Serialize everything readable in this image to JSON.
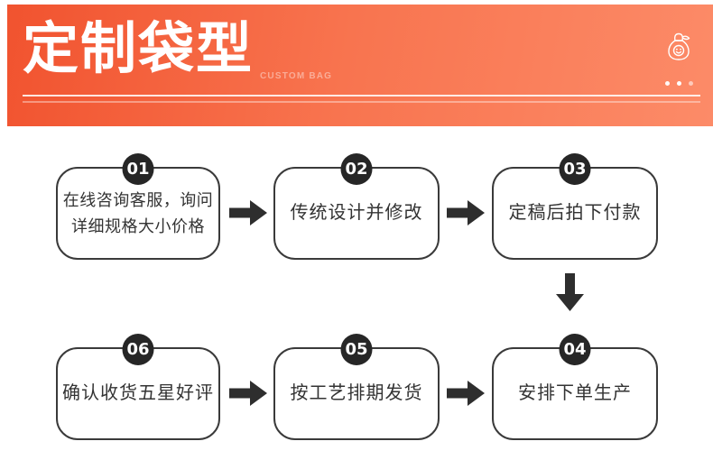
{
  "header": {
    "title": "定制袋型",
    "subtitle": "CUSTOM BAG"
  },
  "theme": {
    "banner_gradient_start": "#f1532f",
    "banner_gradient_mid": "#f8744f",
    "banner_gradient_end": "#fc8b68",
    "arrow_color": "#2e2e2e",
    "box_border_color": "#3a3a3a",
    "badge_color": "#262626",
    "box_text_color": "#333333"
  },
  "icons": {
    "money_bag": "money-bag-icon",
    "ellipsis": "three-dots-icon"
  },
  "flow": {
    "steps": [
      {
        "number": "01",
        "lines": [
          "在线咨询客服，询问",
          "详细规格大小价格"
        ]
      },
      {
        "number": "02",
        "lines": [
          "传统设计并修改"
        ]
      },
      {
        "number": "03",
        "lines": [
          "定稿后拍下付款"
        ]
      },
      {
        "number": "04",
        "lines": [
          "安排下单生产"
        ]
      },
      {
        "number": "05",
        "lines": [
          "按工艺排期发货"
        ]
      },
      {
        "number": "06",
        "lines": [
          "确认收货五星好评"
        ]
      }
    ]
  }
}
